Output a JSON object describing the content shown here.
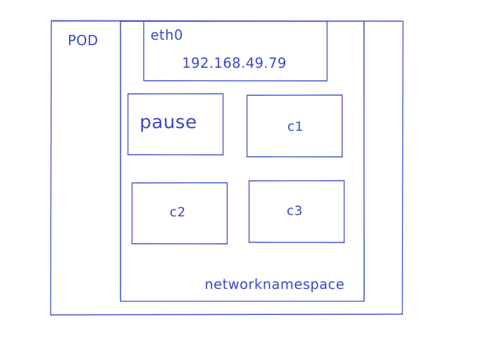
{
  "diagram": {
    "pod": {
      "label": "POD"
    },
    "namespace": {
      "label": "networknamespace"
    },
    "eth0": {
      "name": "eth0",
      "ip": "192.168.49.79"
    },
    "containers": {
      "pause": "pause",
      "c1": "c1",
      "c2": "c2",
      "c3": "c3"
    },
    "colors": {
      "stroke": "#3b48c4",
      "background": "#ffffff"
    }
  }
}
